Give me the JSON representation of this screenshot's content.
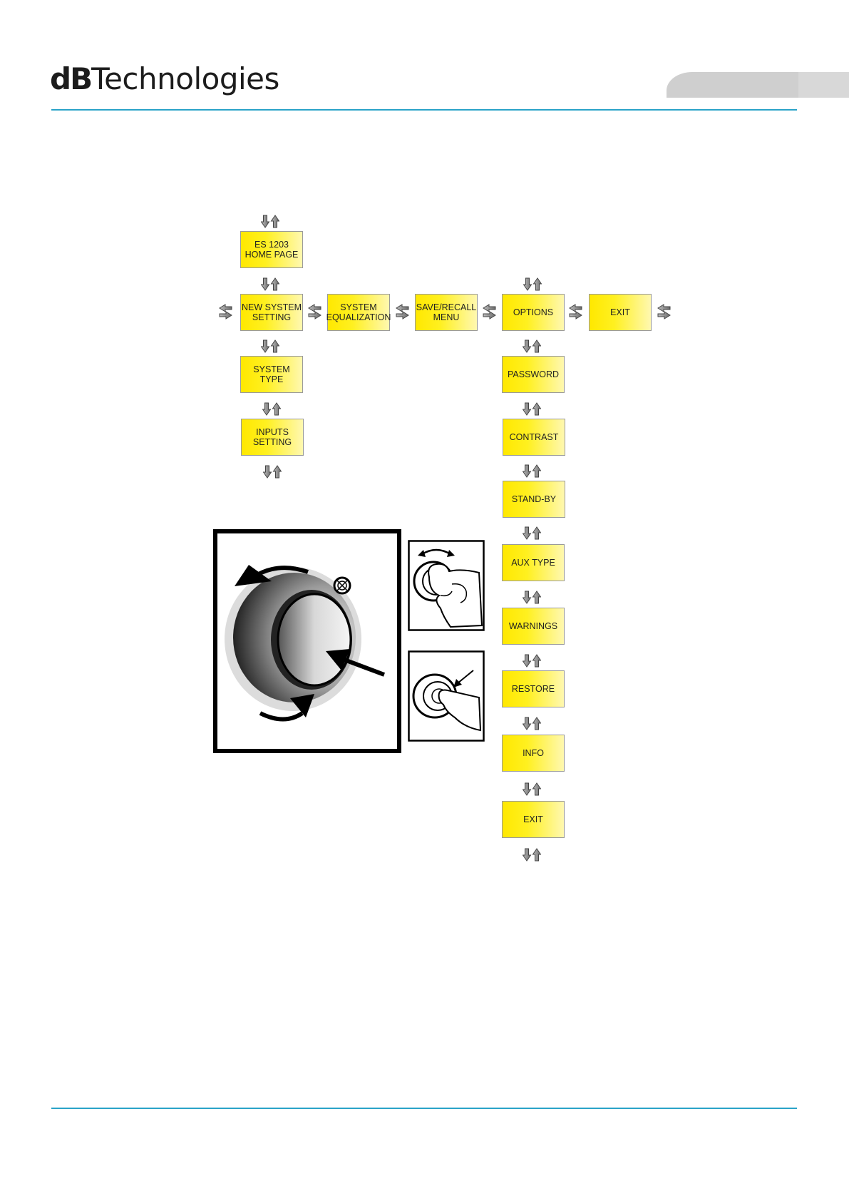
{
  "header": {
    "logo_bold": "dB",
    "logo_rest": "Technologies",
    "accent_color": "#2aa3c8"
  },
  "menu": {
    "home": "ES 1203\nHOME PAGE",
    "new_system_setting": "NEW SYSTEM\nSETTING",
    "system_equalization": "SYSTEM\nEQUALIZATION",
    "save_recall_menu": "SAVE/RECALL\nMENU",
    "options": "OPTIONS",
    "exit_top": "EXIT",
    "system_type": "SYSTEM\nTYPE",
    "inputs_setting": "INPUTS\nSETTING",
    "password": "PASSWORD",
    "contrast": "CONTRAST",
    "stand_by": "STAND-BY",
    "aux_type": "AUX TYPE",
    "warnings": "WARNINGS",
    "restore": "RESTORE",
    "info": "INFO",
    "exit_bottom": "EXIT",
    "box_color": "#ffe800"
  },
  "icons": {
    "arrow_pair": "up-down-arrows-icon",
    "lr_arrow_pair": "left-right-arrows-icon",
    "knob": "rotary-encoder-knob-icon",
    "rotate": "hand-rotate-knob-icon",
    "press": "hand-press-knob-icon"
  }
}
